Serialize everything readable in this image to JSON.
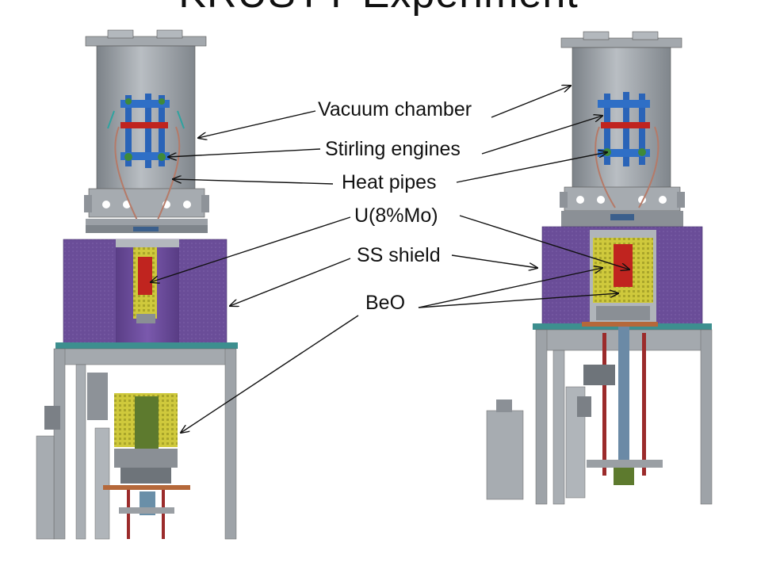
{
  "title": "KRUSTY Experiment",
  "labels": {
    "vacuum_chamber": "Vacuum chamber",
    "stirling_engines": "Stirling engines",
    "heat_pipes": "Heat pipes",
    "fuel": "U(8%Mo)",
    "ss_shield": "SS shield",
    "beo": "BeO"
  },
  "colors": {
    "steel": "#9aa0a6",
    "steel_dark": "#6d7379",
    "shield_purple": "#6b4b9a",
    "beo_yellow": "#c9c43a",
    "fuel_red": "#c0241f",
    "engine_blue": "#2a64b8",
    "rod_green": "#5d7a2e",
    "arrow": "#111111"
  }
}
